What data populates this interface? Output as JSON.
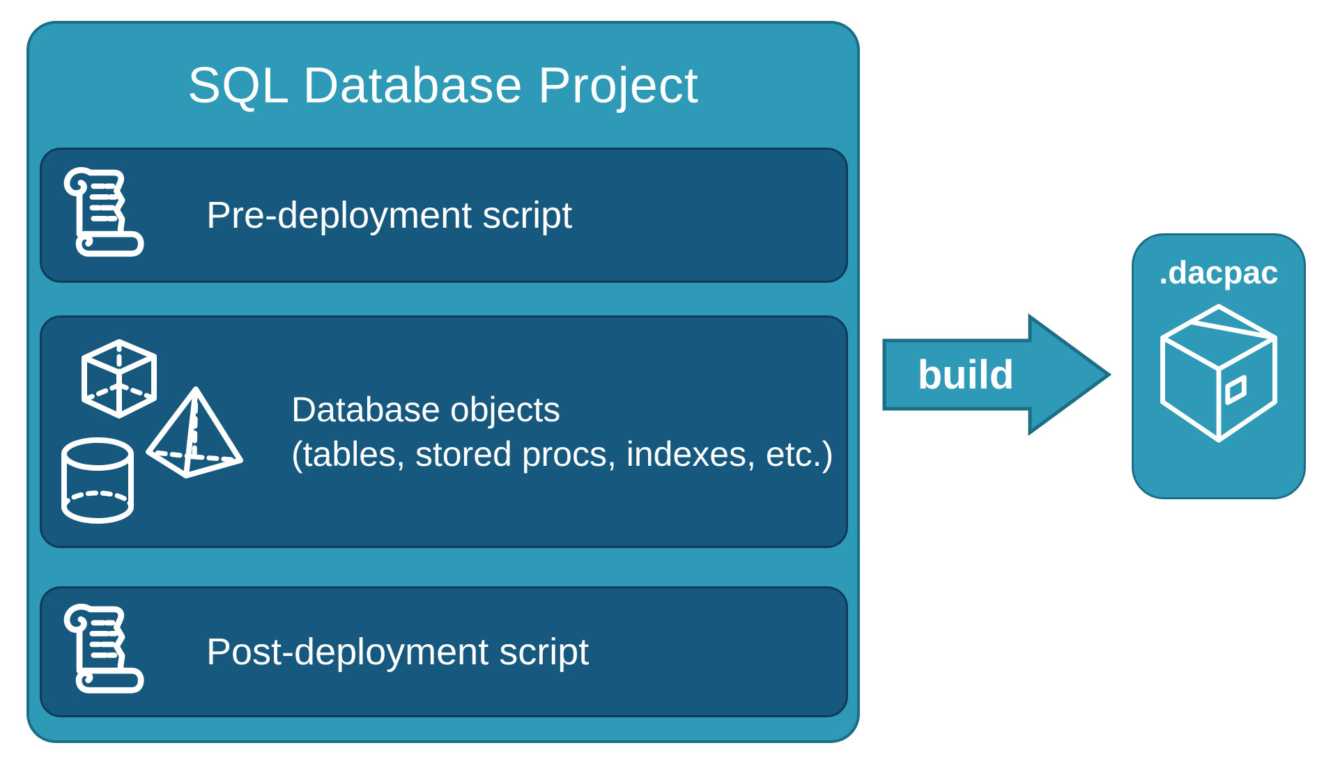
{
  "project": {
    "title": "SQL Database Project",
    "rows": [
      {
        "id": "pre-deployment",
        "icon": "scroll-icon",
        "label": "Pre-deployment script"
      },
      {
        "id": "database-objects",
        "icon": "database-objects-icon",
        "label": "Database objects",
        "sublabel": "(tables, stored procs, indexes, etc.)"
      },
      {
        "id": "post-deployment",
        "icon": "scroll-icon",
        "label": "Post-deployment script"
      }
    ]
  },
  "arrow": {
    "label": "build",
    "direction": "right"
  },
  "output": {
    "label": ".dacpac",
    "icon": "package-icon"
  },
  "colors": {
    "teal": "#2E9AB8",
    "teal_border": "#1B6E86",
    "navy": "#17597E",
    "navy_border": "#0D3C59",
    "text": "#FFFFFF",
    "background": "#FFFFFF"
  }
}
